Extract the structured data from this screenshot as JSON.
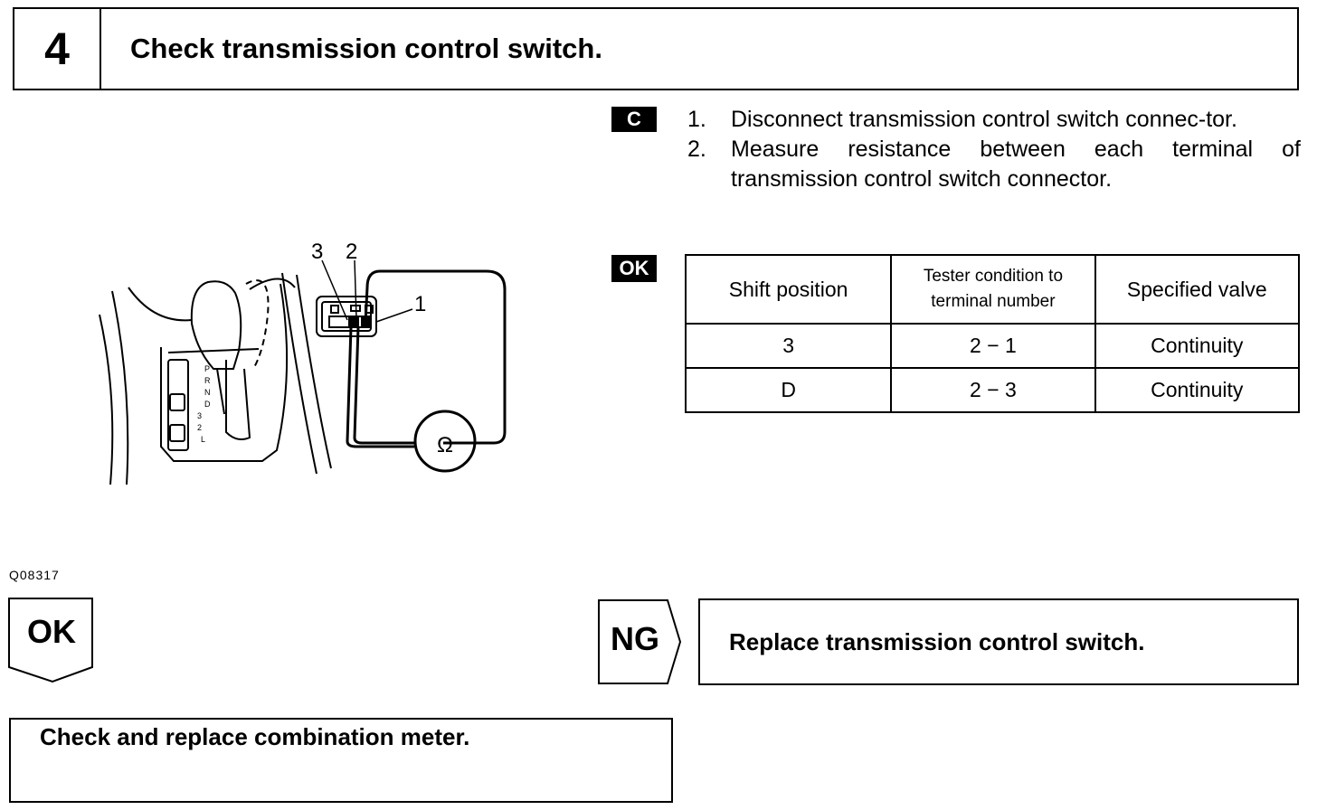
{
  "header": {
    "step_number": "4",
    "title": "Check transmission control switch."
  },
  "tags": {
    "c_tag": "C",
    "ok_tag": "OK"
  },
  "instructions": [
    {
      "num": "1.",
      "text": "Disconnect transmission control switch connec-tor."
    },
    {
      "num": "2.",
      "text": "Measure resistance between each terminal of transmission control switch connector."
    }
  ],
  "table": {
    "headers": [
      "Shift position",
      "Tester condition to terminal number",
      "Specified valve"
    ],
    "rows": [
      [
        "3",
        "2 − 1",
        "Continuity"
      ],
      [
        "D",
        "2 − 3",
        "Continuity"
      ]
    ]
  },
  "figure": {
    "terminal_labels": [
      "3",
      "2",
      "1"
    ],
    "ohm_symbol": "Ω",
    "gate_letters": "P R N D 3 2 L",
    "code": "Q08317"
  },
  "flow": {
    "ok_label": "OK",
    "ok_action": "Check and replace combination meter.",
    "ng_label": "NG",
    "ng_action": "Replace transmission control switch."
  }
}
